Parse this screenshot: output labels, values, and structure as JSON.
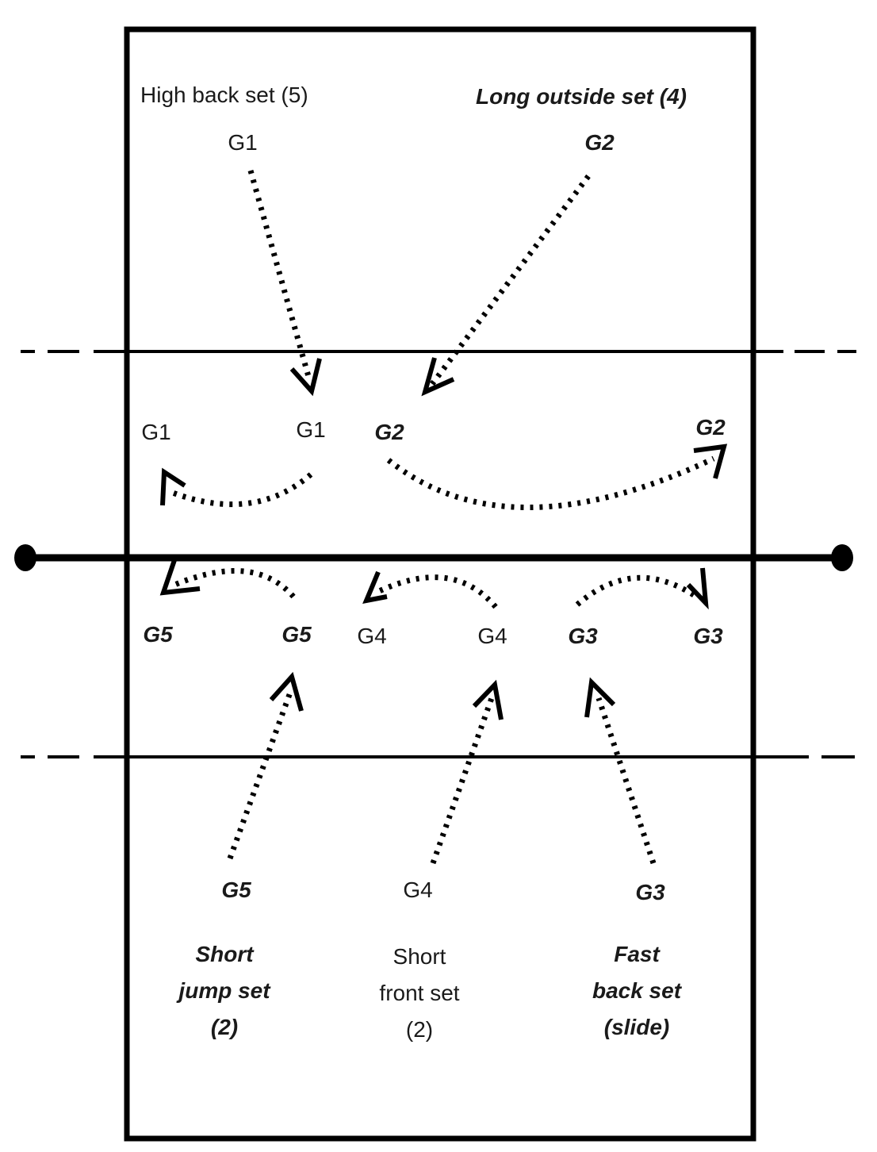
{
  "colors": {
    "ink": "#000000",
    "text": "#1a1a1a",
    "background": "#ffffff"
  },
  "top_labels": {
    "high_back_set": "High back set (5)",
    "long_outside_set": "Long outside set (4)"
  },
  "players": {
    "g1_start": "G1",
    "g2_start": "G2",
    "g1_left": "G1",
    "g1_mid": "G1",
    "g2_mid": "G2",
    "g2_right": "G2",
    "g5_left": "G5",
    "g5_mid": "G5",
    "g4_left": "G4",
    "g4_right": "G4",
    "g3_left": "G3",
    "g3_right": "G3",
    "g5_bottom": "G5",
    "g4_bottom": "G4",
    "g3_bottom": "G3"
  },
  "captions": {
    "short_jump_set": [
      "Short",
      "jump set",
      "(2)"
    ],
    "short_front_set": [
      "Short",
      "front set",
      "(2)"
    ],
    "fast_back_set": [
      "Fast",
      "back set",
      "(slide)"
    ]
  },
  "diagram": {
    "elements": [
      "court-boundary",
      "net",
      "attack-line-top",
      "attack-line-bottom",
      "net-post-left",
      "net-post-right"
    ],
    "arrow_style": "dotted-with-open-head"
  }
}
